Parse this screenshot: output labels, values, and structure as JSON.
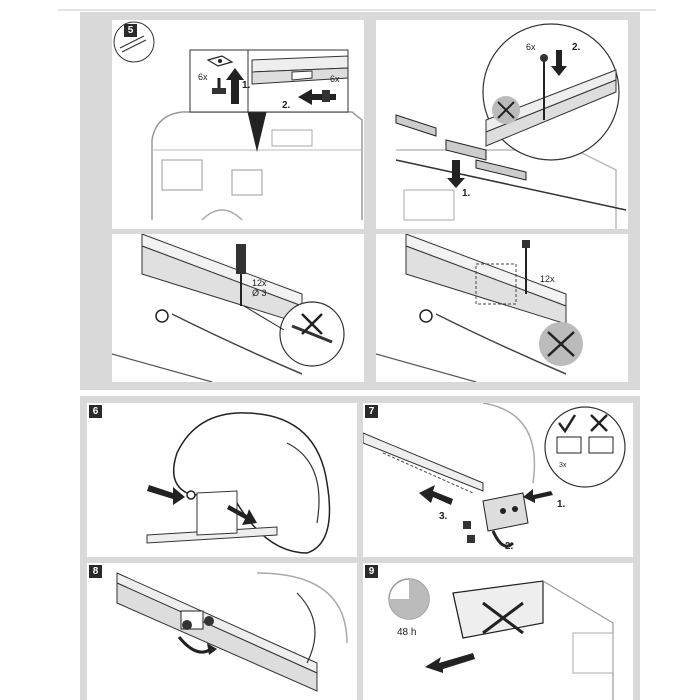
{
  "section_top": {
    "number": "5",
    "panel_a": {
      "qty_top": "6x",
      "qty_right": "6x",
      "step1": "1.",
      "step2": "2."
    },
    "panel_b": {
      "qty": "6x",
      "step1": "1.",
      "step2": "2."
    },
    "panel_c": {
      "qty": "12x",
      "diameter": "Ø 3"
    },
    "panel_d": {
      "qty": "12x"
    }
  },
  "steps": [
    {
      "number": "6"
    },
    {
      "number": "7",
      "step1": "1.",
      "step2": "2.",
      "step3": "3.",
      "torque": "3x"
    },
    {
      "number": "8"
    },
    {
      "number": "9",
      "time": "48 h"
    }
  ],
  "colors": {
    "panel_bg": "#d9d9d9",
    "badge": "#2a2a2a",
    "line": "#222222"
  }
}
